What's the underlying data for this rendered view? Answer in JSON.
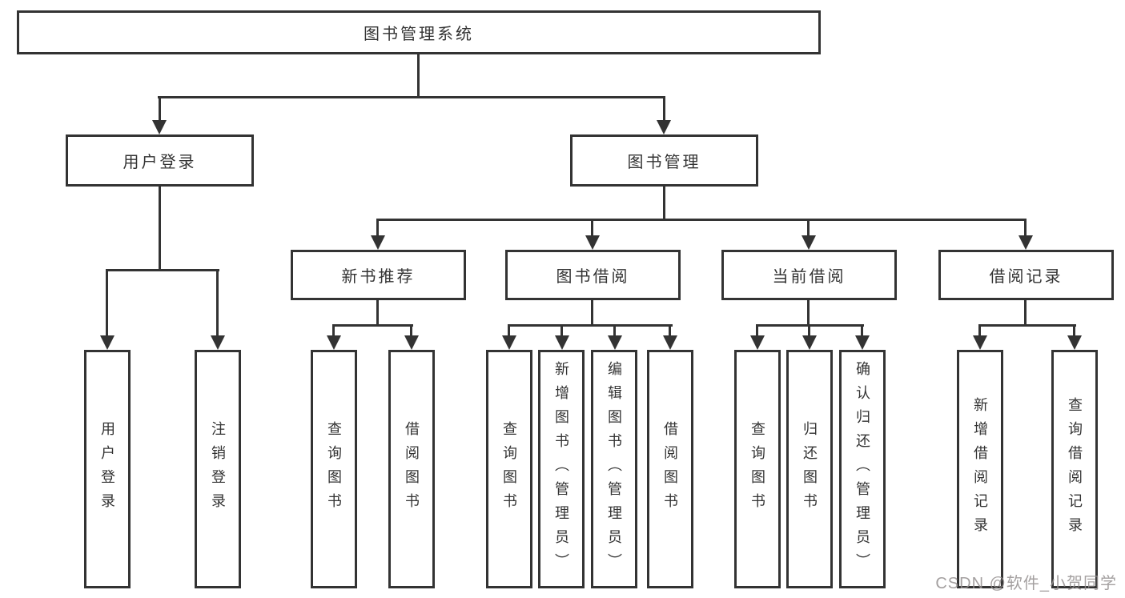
{
  "tree": {
    "root": {
      "label": "图书管理系统",
      "children": [
        {
          "label": "用户登录",
          "children": [
            {
              "label": "用户登录"
            },
            {
              "label": "注销登录"
            }
          ]
        },
        {
          "label": "图书管理",
          "children": [
            {
              "label": "新书推荐",
              "children": [
                {
                  "label": "查询图书"
                },
                {
                  "label": "借阅图书"
                }
              ]
            },
            {
              "label": "图书借阅",
              "children": [
                {
                  "label": "查询图书"
                },
                {
                  "label": "新增图书（管理员）"
                },
                {
                  "label": "编辑图书（管理员）"
                },
                {
                  "label": "借阅图书"
                }
              ]
            },
            {
              "label": "当前借阅",
              "children": [
                {
                  "label": "查询图书"
                },
                {
                  "label": "归还图书"
                },
                {
                  "label": "确认归还（管理员）"
                }
              ]
            },
            {
              "label": "借阅记录",
              "children": [
                {
                  "label": "新增借阅记录"
                },
                {
                  "label": "查询借阅记录"
                }
              ]
            }
          ]
        }
      ]
    }
  },
  "watermark": {
    "text": "CSDN @软件_小贺同学"
  },
  "colors": {
    "line": "#333333",
    "text": "#333333",
    "box_background": "#ffffff",
    "watermark": "#949494"
  }
}
